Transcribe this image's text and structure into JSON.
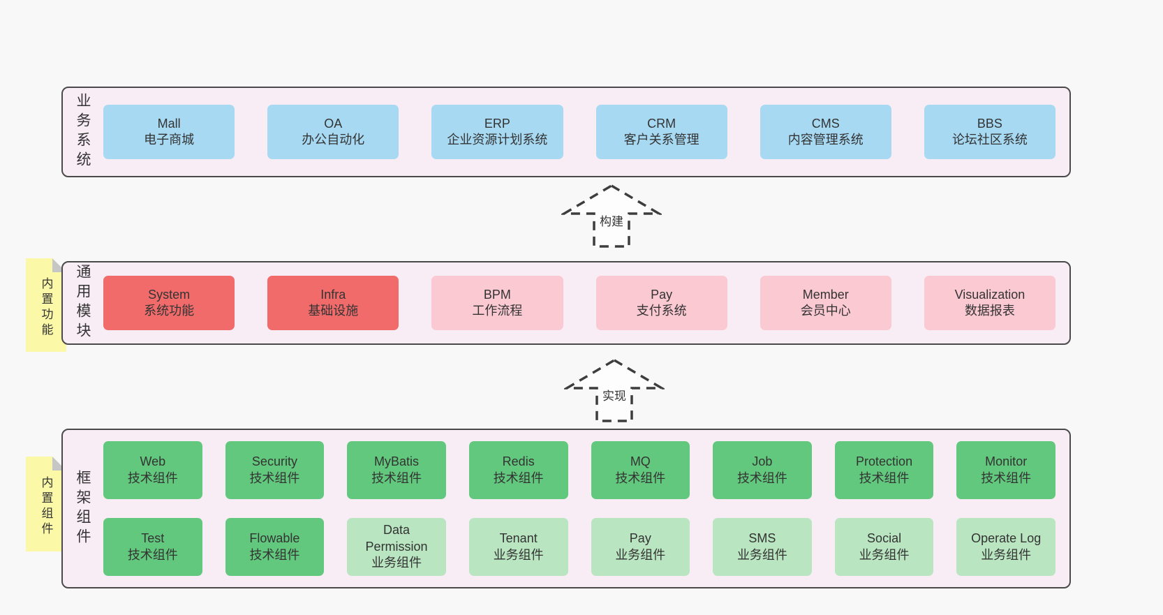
{
  "diagram": {
    "layers": [
      {
        "id": "business-systems",
        "label": "业务系统",
        "note": "",
        "rows": [
          [
            {
              "name": "Mall",
              "desc": "电子商城",
              "type": "blue"
            },
            {
              "name": "OA",
              "desc": "办公自动化",
              "type": "blue"
            },
            {
              "name": "ERP",
              "desc": "企业资源计划系统",
              "type": "blue"
            },
            {
              "name": "CRM",
              "desc": "客户关系管理",
              "type": "blue"
            },
            {
              "name": "CMS",
              "desc": "内容管理系统",
              "type": "blue"
            },
            {
              "name": "BBS",
              "desc": "论坛社区系统",
              "type": "blue"
            }
          ]
        ]
      },
      {
        "id": "common-modules",
        "label": "通用模块",
        "note": "内置功能",
        "rows": [
          [
            {
              "name": "System",
              "desc": "系统功能",
              "type": "red"
            },
            {
              "name": "Infra",
              "desc": "基础设施",
              "type": "red"
            },
            {
              "name": "BPM",
              "desc": "工作流程",
              "type": "pink"
            },
            {
              "name": "Pay",
              "desc": "支付系统",
              "type": "pink"
            },
            {
              "name": "Member",
              "desc": "会员中心",
              "type": "pink"
            },
            {
              "name": "Visualization",
              "desc": "数据报表",
              "type": "pink"
            }
          ]
        ]
      },
      {
        "id": "framework-components",
        "label": "框架组件",
        "note": "内置组件",
        "rows": [
          [
            {
              "name": "Web",
              "desc": "技术组件",
              "type": "green"
            },
            {
              "name": "Security",
              "desc": "技术组件",
              "type": "green"
            },
            {
              "name": "MyBatis",
              "desc": "技术组件",
              "type": "green"
            },
            {
              "name": "Redis",
              "desc": "技术组件",
              "type": "green"
            },
            {
              "name": "MQ",
              "desc": "技术组件",
              "type": "green"
            },
            {
              "name": "Job",
              "desc": "技术组件",
              "type": "green"
            },
            {
              "name": "Protection",
              "desc": "技术组件",
              "type": "green"
            },
            {
              "name": "Monitor",
              "desc": "技术组件",
              "type": "green"
            }
          ],
          [
            {
              "name": "Test",
              "desc": "技术组件",
              "type": "green"
            },
            {
              "name": "Flowable",
              "desc": "技术组件",
              "type": "green"
            },
            {
              "name": "Data Permission",
              "desc": "业务组件",
              "type": "light-green"
            },
            {
              "name": "Tenant",
              "desc": "业务组件",
              "type": "light-green"
            },
            {
              "name": "Pay",
              "desc": "业务组件",
              "type": "light-green"
            },
            {
              "name": "SMS",
              "desc": "业务组件",
              "type": "light-green"
            },
            {
              "name": "Social",
              "desc": "业务组件",
              "type": "light-green"
            },
            {
              "name": "Operate Log",
              "desc": "业务组件",
              "type": "light-green"
            }
          ]
        ]
      }
    ],
    "arrows": [
      {
        "label": "构建"
      },
      {
        "label": "实现"
      }
    ],
    "colors": {
      "page_bg": "#f8f8f8",
      "layer_bg": "#f8ecf5",
      "layer_border": "#4a4a4a",
      "box_text": "#333333",
      "note_bg": "#fbf9a8",
      "note_fold": "#c6c6c6",
      "arrow_stroke": "#3d3d3d",
      "box_types": {
        "blue": "#a7d9f3",
        "red": "#f16b6b",
        "pink": "#fac9d2",
        "green": "#62c87d",
        "light-green": "#b9e5c1"
      }
    }
  }
}
